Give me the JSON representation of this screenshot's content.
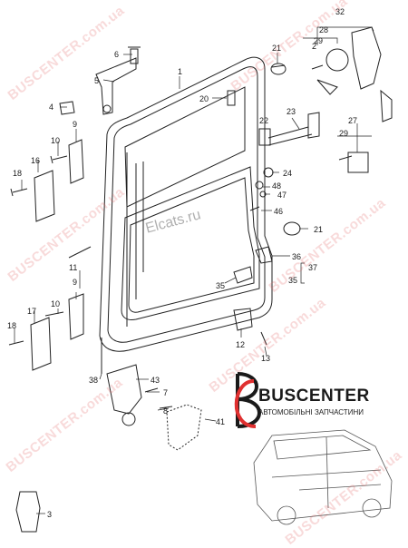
{
  "parts": [
    {
      "id": "1",
      "label": "1"
    },
    {
      "id": "2",
      "label": "2"
    },
    {
      "id": "3",
      "label": "3"
    },
    {
      "id": "4",
      "label": "4"
    },
    {
      "id": "5",
      "label": "5"
    },
    {
      "id": "6",
      "label": "6"
    },
    {
      "id": "7",
      "label": "7"
    },
    {
      "id": "8",
      "label": "8"
    },
    {
      "id": "9a",
      "label": "9"
    },
    {
      "id": "9b",
      "label": "9"
    },
    {
      "id": "10a",
      "label": "10"
    },
    {
      "id": "10b",
      "label": "10"
    },
    {
      "id": "11",
      "label": "11"
    },
    {
      "id": "12",
      "label": "12"
    },
    {
      "id": "13",
      "label": "13"
    },
    {
      "id": "16",
      "label": "16"
    },
    {
      "id": "17",
      "label": "17"
    },
    {
      "id": "18a",
      "label": "18"
    },
    {
      "id": "18b",
      "label": "18"
    },
    {
      "id": "20",
      "label": "20"
    },
    {
      "id": "21a",
      "label": "21"
    },
    {
      "id": "21b",
      "label": "21"
    },
    {
      "id": "22",
      "label": "22"
    },
    {
      "id": "23",
      "label": "23"
    },
    {
      "id": "24",
      "label": "24"
    },
    {
      "id": "27",
      "label": "27"
    },
    {
      "id": "28",
      "label": "28"
    },
    {
      "id": "29a",
      "label": "29"
    },
    {
      "id": "29b",
      "label": "29"
    },
    {
      "id": "32",
      "label": "32"
    },
    {
      "id": "35a",
      "label": "35"
    },
    {
      "id": "35b",
      "label": "35"
    },
    {
      "id": "36",
      "label": "36"
    },
    {
      "id": "37",
      "label": "37"
    },
    {
      "id": "38",
      "label": "38"
    },
    {
      "id": "41",
      "label": "41"
    },
    {
      "id": "43",
      "label": "43"
    },
    {
      "id": "46",
      "label": "46"
    },
    {
      "id": "47",
      "label": "47"
    },
    {
      "id": "48",
      "label": "48"
    }
  ],
  "branding": {
    "brand": "BUSCENTER",
    "tagline": "АВТОМОБІЛЬНІ ЗАПЧАСТИНИ",
    "watermark": "BUSCENTER.com.ua",
    "source_watermark": "Elcats.ru"
  },
  "colors": {
    "accent": "#e03030",
    "line": "#222222",
    "watermark": "#e25a5a"
  }
}
